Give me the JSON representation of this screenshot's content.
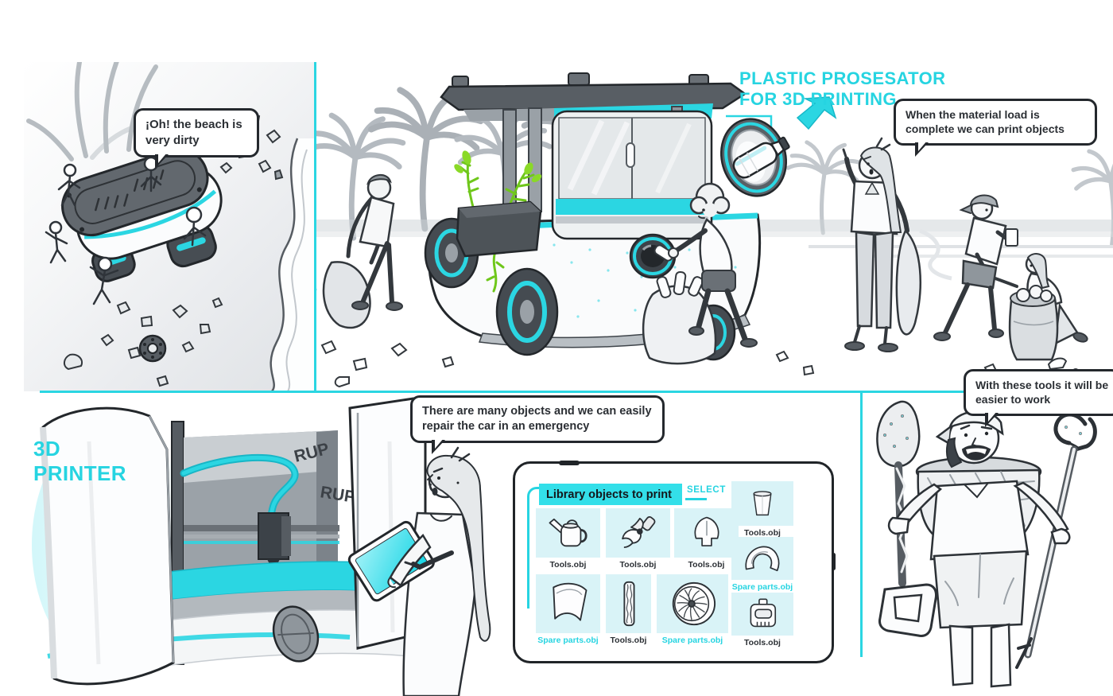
{
  "colors": {
    "accent": "#26d4e1",
    "accent_fill": "#2bd6e2",
    "tile_bg": "#d9f3f7",
    "ink": "#24282d",
    "plant_green": "#7ed321"
  },
  "beach_panel": {
    "speech": "¡Oh! the beach is very dirty"
  },
  "main_scene": {
    "title_line1": "PLASTIC PROSESATOR",
    "title_line2": "FOR 3D PRINTING",
    "speech": "When the material load is complete we can print objects"
  },
  "printer_scene": {
    "label_line1": "3D",
    "label_line2": "PRINTER",
    "sfx_1": "RUP",
    "sfx_2": "RUP",
    "speech": "There are many objects and we can easily repair the car in an emergency"
  },
  "tablet": {
    "header": "Library objects to print",
    "select_label": "SELECT",
    "items": [
      {
        "icon": "watering-can",
        "label": "Tools.obj",
        "type": "tools"
      },
      {
        "icon": "pruning-shears",
        "label": "Tools.obj",
        "type": "tools"
      },
      {
        "icon": "shovel-blade",
        "label": "Tools.obj",
        "type": "tools"
      },
      {
        "icon": "cup",
        "label": "Tools.obj",
        "type": "tools"
      },
      {
        "icon": "curved-handle",
        "label": "Spare parts.obj",
        "type": "spare-parts"
      },
      {
        "icon": "canister",
        "label": "Tools.obj",
        "type": "tools"
      },
      {
        "icon": "body-panel",
        "label": "Spare parts.obj",
        "type": "spare-parts"
      },
      {
        "icon": "cylinder-rod",
        "label": "Tools.obj",
        "type": "tools"
      },
      {
        "icon": "turbine-wheel",
        "label": "Spare parts.obj",
        "type": "spare-parts"
      }
    ]
  },
  "tools_panel": {
    "speech": "With these tools it will be easier to work"
  }
}
